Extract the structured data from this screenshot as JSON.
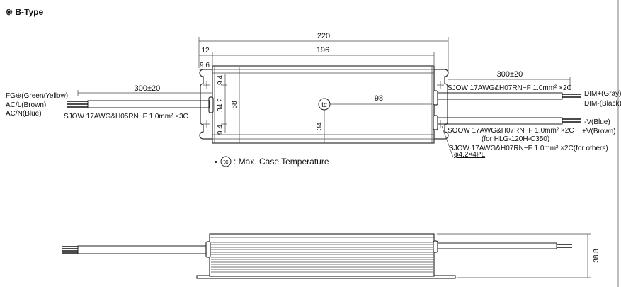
{
  "title": "※ B-Type",
  "top_view": {
    "dim_overall": "220",
    "dim_body": "196",
    "dim_flange": "12",
    "dim_hole": "9.6",
    "dim_height": "68",
    "dim_hole_pitch": "34.2",
    "dim_hole_edge_top": "9.4",
    "dim_hole_edge_bottom": "9.4",
    "tc_symbol": "tc",
    "dim_tc_x": "98",
    "dim_tc_y": "34",
    "left_cable": {
      "length": "300±20",
      "wire_labels": [
        "FG⊕(Green/Yellow)",
        "AC/L(Brown)",
        "AC/N(Blue)"
      ],
      "spec": "SJOW 17AWG&H05RN−F  1.0mm² ×3C"
    },
    "right_cable_dim": {
      "length": "300±20",
      "spec": "SJOW 17AWG&H07RN−F  1.0mm² ×2C",
      "wire_labels": [
        "DIM+(Gray)",
        "DIM-(Black)"
      ]
    },
    "right_cable_output": {
      "spec_c350": "SOOW 17AWG&H07RN−F  1.0mm² ×2C",
      "note_c350": "(for HLG-120H-C350)",
      "spec_others": "SJOW 17AWG&H07RN−F  1.0mm² ×2C(for others)",
      "wire_labels": [
        "-V(Blue)",
        "+V(Brown)"
      ]
    },
    "mount_holes": "φ4.2×4PL"
  },
  "legend": {
    "bullet": "•",
    "symbol": "tc",
    "text": ": Max. Case Temperature"
  },
  "side_view": {
    "dim_height": "38.8"
  }
}
